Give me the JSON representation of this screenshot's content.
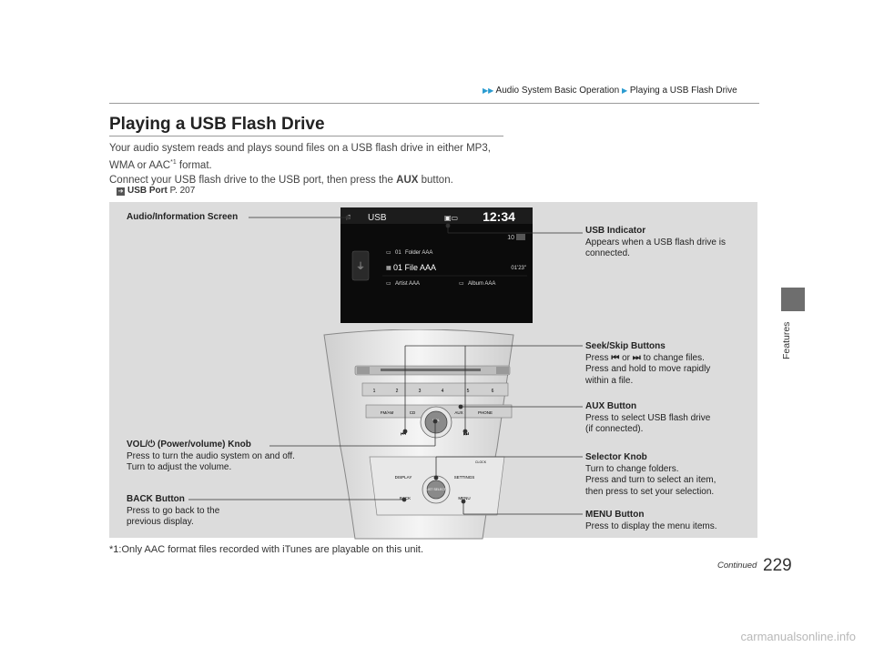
{
  "breadcrumb": {
    "part1": "Audio System Basic Operation",
    "part2": "Playing a USB Flash Drive"
  },
  "side_tab": "Features",
  "title": "Playing a USB Flash Drive",
  "body": {
    "line1": "Your audio system reads and plays sound files on a USB flash drive in either MP3,",
    "line2_pre": "WMA or AAC",
    "line2_sup": "*1",
    "line2_post": " format.",
    "line3_pre": "Connect your USB flash drive to the USB port, then press the ",
    "line3_bold": "AUX",
    "line3_post": " button."
  },
  "xref": {
    "label": "USB Port",
    "page": " P. 207"
  },
  "screen": {
    "source": "USB",
    "clock": "12:34",
    "track_no": "10",
    "folder_no": "01",
    "folder": "Folder AAA",
    "file": "01 File AAA",
    "time": "01'23\"",
    "artist": "Artist AAA",
    "album": "Album AAA"
  },
  "console": {
    "presets": [
      "1",
      "2",
      "3",
      "4",
      "5",
      "6"
    ],
    "fm_am": "FM/AM",
    "cd": "CD",
    "aux": "AUX",
    "phone": "PHONE",
    "vol": "VOL",
    "display": "DISPLAY",
    "settings": "SETTINGS",
    "list_select": "LIST SELECT",
    "back": "BACK",
    "menu": "MENU",
    "clock_btn": "CLOCK"
  },
  "callouts": {
    "audio_screen": {
      "title": "Audio/Information Screen"
    },
    "usb_indicator": {
      "title": "USB Indicator",
      "l1": "Appears when a USB flash drive is",
      "l2": "connected."
    },
    "seek_skip": {
      "title": "Seek/Skip Buttons",
      "l1a": "Press ",
      "l1b": " or ",
      "l1c": " to change files.",
      "l2": "Press and hold to move rapidly",
      "l3": "within a file."
    },
    "aux_button": {
      "title": "AUX Button",
      "l1": "Press to select USB flash drive",
      "l2": "(if connected)."
    },
    "vol_knob": {
      "title_a": "VOL/",
      "title_b": " (Power/volume) Knob",
      "l1": "Press to turn the audio system on and off.",
      "l2": "Turn to adjust the volume."
    },
    "selector_knob": {
      "title": "Selector Knob",
      "l1": "Turn to change folders.",
      "l2": "Press and turn to select an item,",
      "l3": "then press to set your selection."
    },
    "back_button": {
      "title": "BACK Button",
      "l1": "Press to go back to the",
      "l2": "previous display."
    },
    "menu_button": {
      "title": "MENU Button",
      "l1": "Press to display the menu items."
    }
  },
  "footnote": "*1:Only AAC format files recorded with iTunes are playable on this unit.",
  "continued": "Continued",
  "page_number": "229",
  "watermark": "carmanualsonline.info",
  "colors": {
    "accent": "#2a9bd0",
    "panel": "#dcdcdc",
    "tab": "#6e6e6e"
  }
}
